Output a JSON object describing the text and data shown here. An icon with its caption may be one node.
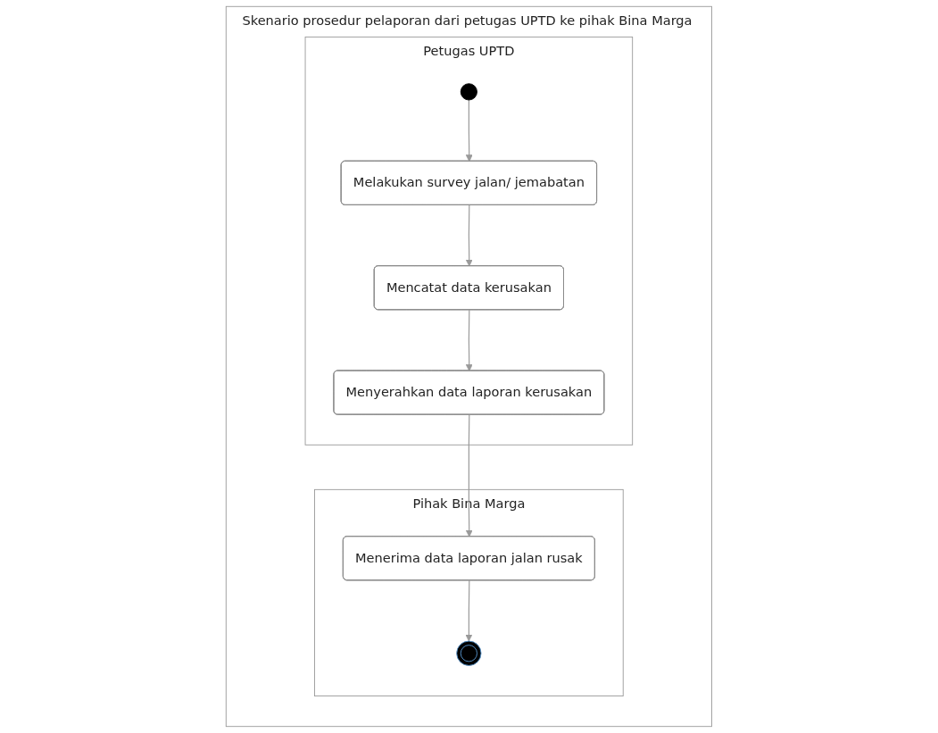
{
  "diagram": {
    "nodes": [
      {
        "text": [
          "Skenario prosedur pelaporan dari petugas UPTD ke pihak Bina Marga"
        ]
      },
      {
        "text": [
          "Petugas UPTD"
        ],
        "in": 0
      },
      {
        "text": [
          "Pihak Bina Marga"
        ],
        "in": 0
      },
      {
        "text": [],
        "shape": "circle",
        "in": 1
      },
      {
        "text": [
          "Melakukan survey jalan/ jemabatan"
        ],
        "in": 1
      },
      {
        "text": [
          "Mencatat data kerusakan"
        ],
        "in": 1
      },
      {
        "text": [
          "Menyerahkan data laporan kerusakan"
        ],
        "in": 1
      },
      {
        "text": [
          "Menerima data laporan jalan rusak"
        ],
        "in": 2
      },
      {
        "text": [],
        "shape": "circle",
        "in": 2
      }
    ],
    "edges": [
      {
        "from": 3,
        "to": 4,
        "arrow": "to"
      },
      {
        "from": 4,
        "to": 5,
        "arrow": "to"
      },
      {
        "from": 5,
        "to": 6,
        "arrow": "to"
      },
      {
        "from": 6,
        "to": 7,
        "arrow": "to"
      },
      {
        "from": 7,
        "to": 8,
        "arrow": "to"
      }
    ]
  }
}
